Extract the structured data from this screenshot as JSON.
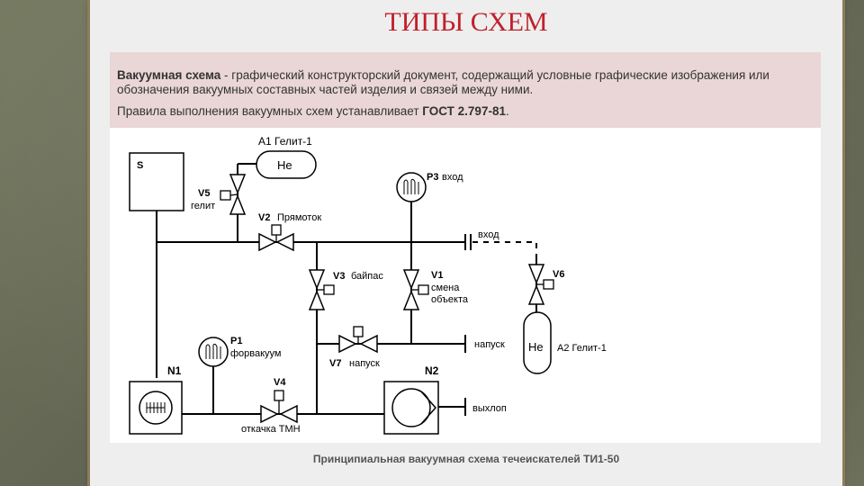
{
  "slide_title": "ТИПЫ СХЕМ",
  "definition": {
    "term": "Вакуумная схема",
    "text": " - графический конструкторский документ,  содержащий условные графические изображения или обозначения вакуумных составных частей изделия и связей между ними."
  },
  "rule": {
    "prefix": "Правила выполнения вакуумных схем устанавливает ",
    "standard": "ГОСТ 2.797-81",
    "suffix": "."
  },
  "diagram": {
    "S": "S",
    "A1": "А1 Гелит-1",
    "He1": "Не",
    "V5": "V5",
    "V5_desc": "гелит",
    "V2": "V2",
    "V2_desc": "Прямоток",
    "P3": "P3",
    "P3_desc": "вход",
    "inlet": "вход",
    "V3": "V3",
    "V3_desc": "байпас",
    "V1": "V1",
    "V1_desc1": "смена",
    "V1_desc2": "объекта",
    "V6": "V6",
    "He2": "Не",
    "A2": "А2 Гелит-1",
    "P1": "P1",
    "P1_desc": "форвакуум",
    "napusk": "напуск",
    "V7": "V7",
    "V7_desc": "напуск",
    "N1": "N1",
    "N2": "N2",
    "V4": "V4",
    "V4_desc": "откачка ТМН",
    "exhaust": "выхлоп"
  },
  "caption": "Принципиальная вакуумная схема течеискателей ТИ1-50"
}
